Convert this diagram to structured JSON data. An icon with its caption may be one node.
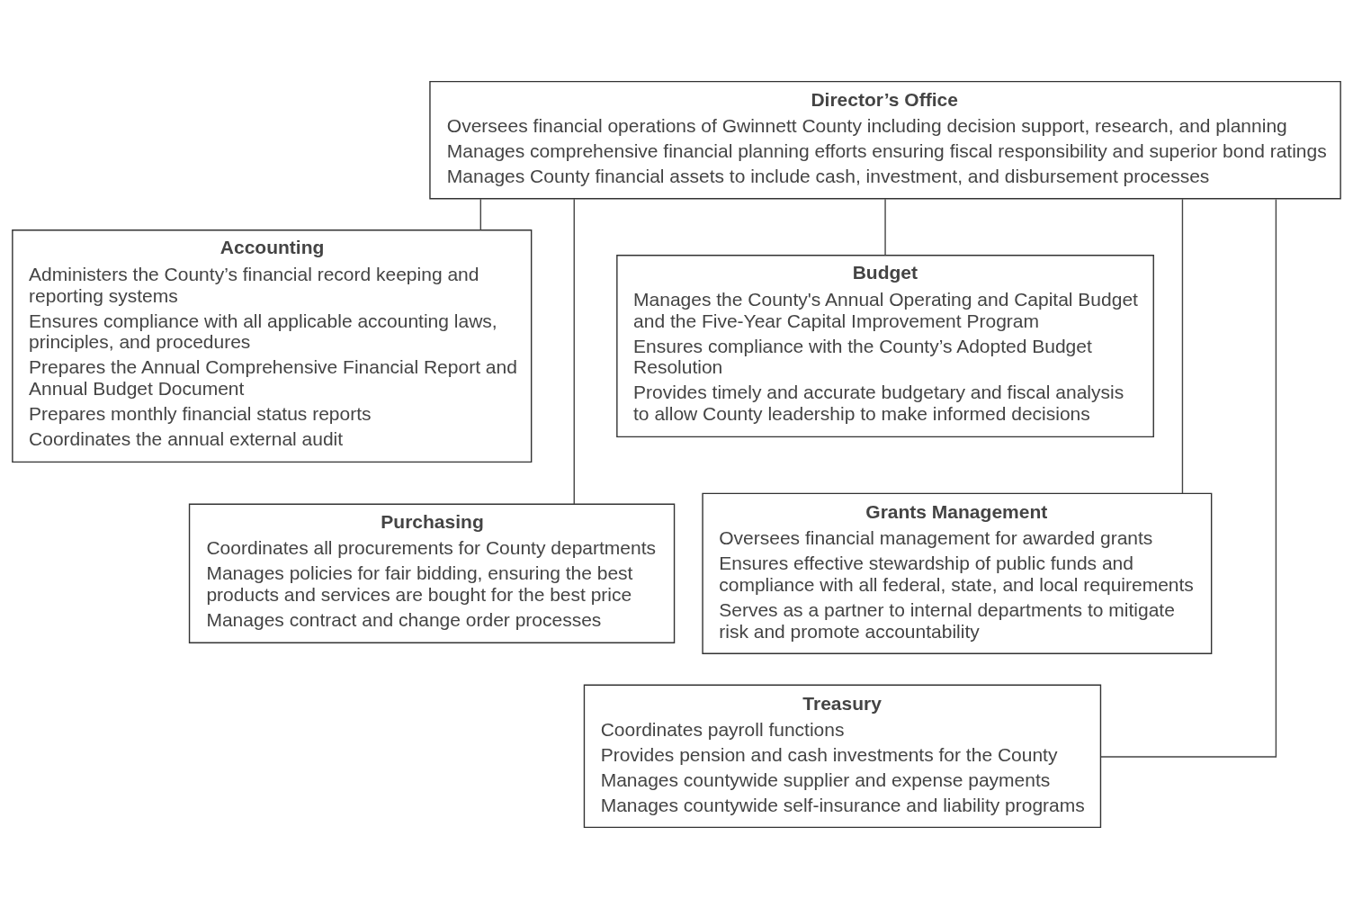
{
  "diagram": {
    "nodes": [
      {
        "text": [
          "Director’s Office",
          "Oversees financial operations of Gwinnett County including decision support, research, and planning",
          "Manages comprehensive financial planning efforts ensuring fiscal responsibility and superior bond ratings",
          "Manages County financial assets to include cash, investment, and disbursement processes"
        ]
      },
      {
        "text": [
          "Accounting",
          "Administers the County’s financial record keeping and reporting systems",
          "Ensures compliance with all applicable accounting laws, principles, and procedures",
          "Prepares the Annual Comprehensive Financial Report and Annual Budget Document",
          "Prepares monthly financial status reports",
          "Coordinates the annual external audit"
        ]
      },
      {
        "text": [
          "Budget",
          "Manages the County's Annual Operating and Capital Budget and the Five-Year Capital Improvement Program",
          "Ensures compliance with the County’s Adopted Budget Resolution",
          "Provides timely and accurate budgetary and fiscal analysis to allow County leadership to make informed decisions"
        ]
      },
      {
        "text": [
          "Purchasing",
          "Coordinates all procurements for County departments",
          "Manages policies for fair bidding, ensuring the best products and services are bought for the best price",
          "Manages contract and change order processes"
        ]
      },
      {
        "text": [
          "Grants Management",
          "Oversees financial management for awarded grants",
          "Ensures effective stewardship of public funds and compliance with all federal, state, and local requirements",
          "Serves as a partner to internal departments to mitigate risk and promote accountability"
        ]
      },
      {
        "text": [
          "Treasury",
          "Coordinates payroll functions",
          "Provides pension and cash investments for the County",
          "Manages countywide supplier and expense payments",
          "Manages countywide self-insurance and liability programs"
        ]
      }
    ],
    "edges": [
      {
        "from": 0,
        "to": 1,
        "arrow": "none"
      },
      {
        "from": 0,
        "to": 2,
        "arrow": "none"
      },
      {
        "from": 0,
        "to": 3,
        "arrow": "none"
      },
      {
        "from": 0,
        "to": 4,
        "arrow": "none"
      },
      {
        "from": 0,
        "to": 5,
        "arrow": "none"
      }
    ]
  }
}
